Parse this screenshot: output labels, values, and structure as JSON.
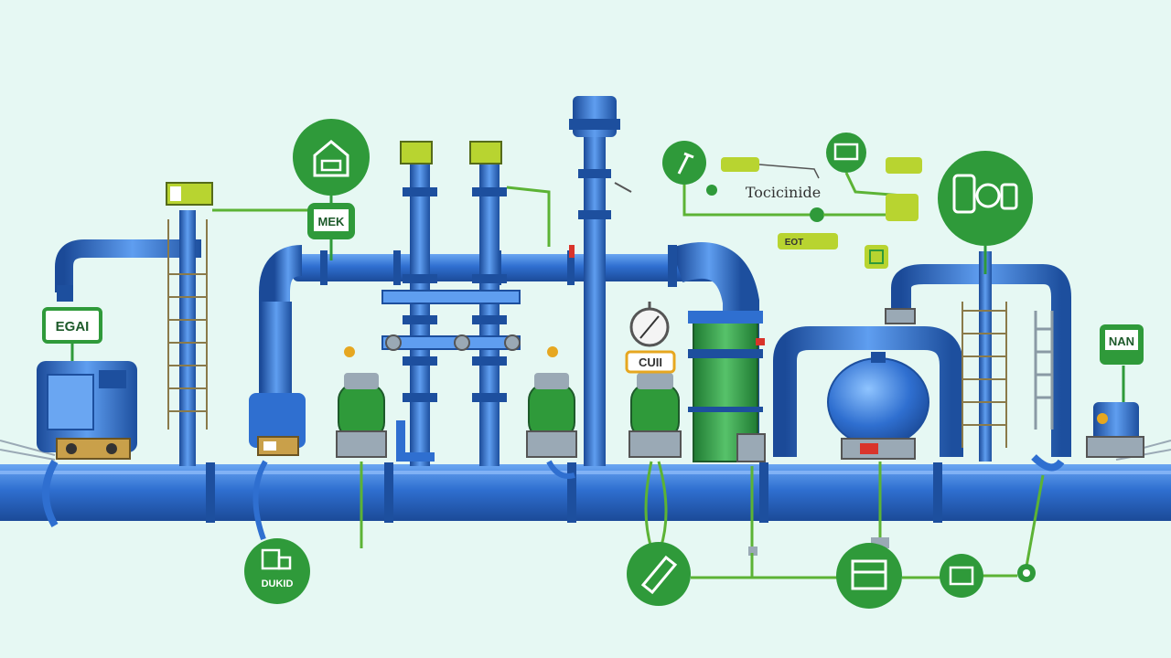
{
  "theme": {
    "background": "#e6f8f3",
    "pipe_main": "#2f6fd0",
    "pipe_light": "#5f9ef0",
    "pipe_dark": "#1d4f9e",
    "icon_green": "#2f9a3a",
    "tag_lime": "#b8d430",
    "wire_green": "#5cb335",
    "vessel_green": "#2fa145"
  },
  "labels": {
    "left_unit_tag": "EGAI",
    "upper_left_tag": "",
    "center_tag": "MEK",
    "stack1_tag": "",
    "stack2_tag": "",
    "gauge_tag": "CUII",
    "right_unit_tag": "NAN",
    "annotation_text": "Tocicinide",
    "pill_top": "",
    "pill_mid": "EOT",
    "small_tag_right": "",
    "bottom_left_icon_label": "DUKID"
  },
  "icons": [
    "house-icon",
    "eye-dropper-icon",
    "tank-icon",
    "machine-icon",
    "pump-icon",
    "tools-icon",
    "container-icon",
    "box-icon"
  ]
}
